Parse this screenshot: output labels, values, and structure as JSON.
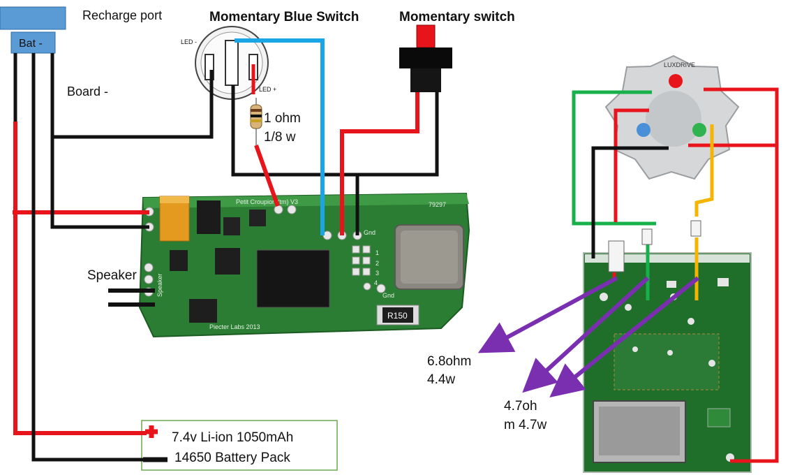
{
  "labels": {
    "recharge_port": "Recharge port",
    "bat_minus": "Bat -",
    "board_minus": "Board -",
    "momentary_blue_switch": "Momentary Blue Switch",
    "momentary_switch": "Momentary switch",
    "led_minus": "LED -",
    "led_plus": "LED +",
    "resistor_line1": "1 ohm",
    "resistor_line2": "1/8 w",
    "speaker": "Speaker",
    "battery_line1": "7.4v Li-ion 1050mAh",
    "battery_line2": "14650 Battery Pack",
    "res_68_line1": "6.8ohm",
    "res_68_line2": "4.4w",
    "res_47_line1": "4.7oh",
    "res_47_line2": "m 4.7w"
  },
  "board_silkscreen": {
    "title": "Petit Croupion (tm) V3",
    "maker": "Piecter Labs 2013",
    "code": "79297",
    "resistor_mark": "R150",
    "gnd1": "Gnd",
    "gnd2": "Gnd",
    "pin1": "1",
    "pin2": "2",
    "pin3": "3",
    "pin4": "4",
    "speaker_silk": "Speaker",
    "led_star": "LUXDRIVE"
  },
  "colors": {
    "wire_red": "#e8141b",
    "wire_black": "#111111",
    "wire_blue": "#1aa6e6",
    "wire_green": "#18b04a",
    "wire_yellow": "#f4b400",
    "arrow_purple": "#7a2fb0",
    "pcb_green": "#2a7d32",
    "port_blue": "#5b9bd5"
  }
}
